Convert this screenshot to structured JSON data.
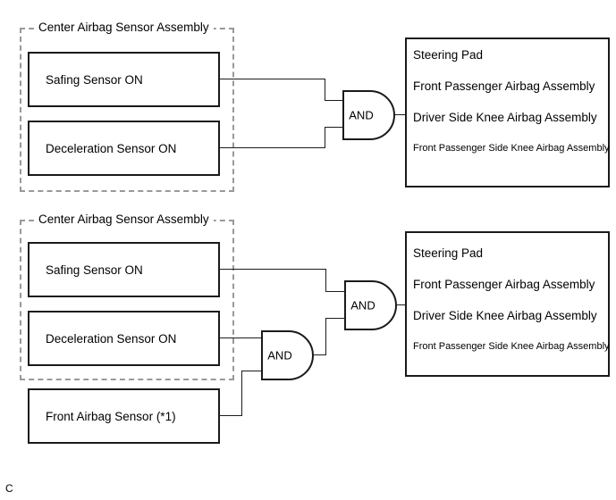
{
  "colors": {
    "background": "#ffffff",
    "solid_border": "#1a1a1a",
    "dashed_border": "#999999",
    "wire": "#1c1c1c",
    "text": "#000000"
  },
  "gate_label": "AND",
  "footer_label": "C",
  "diagram_top": {
    "assembly_title": "Center Airbag Sensor Assembly",
    "sensors": [
      "Safing Sensor ON",
      "Deceleration Sensor ON"
    ],
    "outputs": [
      "Steering Pad",
      "Front Passenger Airbag Assembly",
      "Driver Side Knee Airbag Assembly",
      "Front Passenger Side Knee Airbag Assembly"
    ]
  },
  "diagram_bottom": {
    "assembly_title": "Center Airbag Sensor Assembly",
    "sensors": [
      "Safing Sensor ON",
      "Deceleration Sensor ON"
    ],
    "external_sensor": "Front Airbag Sensor (*1)",
    "outputs": [
      "Steering Pad",
      "Front Passenger Airbag Assembly",
      "Driver Side Knee Airbag Assembly",
      "Front Passenger Side Knee Airbag Assembly"
    ]
  }
}
